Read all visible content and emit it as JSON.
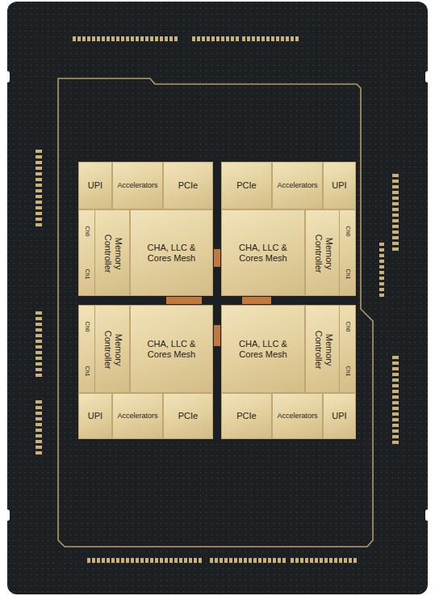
{
  "diagram": {
    "nodes": [
      {
        "text": [
          "UPI"
        ]
      },
      {
        "text": [
          "Accelerators"
        ]
      },
      {
        "text": [
          "PCIe"
        ]
      },
      {
        "text": [
          "PCIe"
        ]
      },
      {
        "text": [
          "Accelerators"
        ]
      },
      {
        "text": [
          "UPI"
        ]
      },
      {
        "text": [
          "Ch0",
          "Ch1",
          "Memory Controller"
        ]
      },
      {
        "text": [
          "CHA, LLC & Cores Mesh"
        ]
      },
      {
        "text": [
          "CHA, LLC & Cores Mesh"
        ]
      },
      {
        "text": [
          "Memory Controller",
          "Ch0",
          "Ch1"
        ]
      },
      {
        "text": [
          "Ch0",
          "Ch1",
          "Memory Controller"
        ]
      },
      {
        "text": [
          "CHA, LLC & Cores Mesh"
        ]
      },
      {
        "text": [
          "CHA, LLC & Cores Mesh"
        ]
      },
      {
        "text": [
          "Memory Controller",
          "Ch0",
          "Ch1"
        ]
      },
      {
        "text": [
          "UPI"
        ]
      },
      {
        "text": [
          "Accelerators"
        ]
      },
      {
        "text": [
          "PCIe"
        ]
      },
      {
        "text": [
          "PCIe"
        ]
      },
      {
        "text": [
          "Accelerators"
        ]
      },
      {
        "text": [
          "UPI"
        ]
      }
    ]
  }
}
